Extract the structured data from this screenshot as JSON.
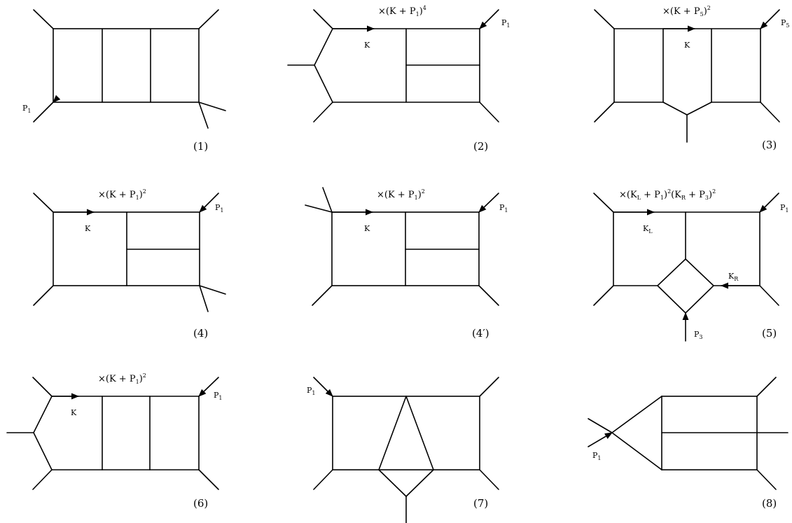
{
  "diagrams": [
    {
      "number": "(1)",
      "p_label": "P",
      "p_sub": "1"
    },
    {
      "number": "(2)",
      "factor": "×(K + P",
      "factor_sub": "1",
      "factor_exp": ")",
      "factor_pow": "4",
      "k_label": "K",
      "p_label": "P",
      "p_sub": "1"
    },
    {
      "number": "(3)",
      "factor": "×(K + P",
      "factor_sub": "5",
      "factor_exp": ")",
      "factor_pow": "2",
      "k_label": "K",
      "p_label": "P",
      "p_sub": "5"
    },
    {
      "number": "(4)",
      "factor": "×(K + P",
      "factor_sub": "1",
      "factor_exp": ")",
      "factor_pow": "2",
      "k_label": "K",
      "p_label": "P",
      "p_sub": "1"
    },
    {
      "number": "(4′)",
      "factor": "×(K + P",
      "factor_sub": "1",
      "factor_exp": ")",
      "factor_pow": "2",
      "k_label": "K",
      "p_label": "P",
      "p_sub": "1"
    },
    {
      "number": "(5)",
      "factor": "×(K",
      "kl_label": "K",
      "kl_sub": "L",
      "kr_label": "K",
      "kr_sub": "R",
      "p_label": "P",
      "p_sub": "1",
      "p3_label": "P",
      "p3_sub": "3",
      "factor_text": "×(KL + P1)2(KR + P3)2"
    },
    {
      "number": "(6)",
      "factor": "×(K + P",
      "factor_sub": "1",
      "factor_exp": ")",
      "factor_pow": "2",
      "k_label": "K",
      "p_label": "P",
      "p_sub": "1"
    },
    {
      "number": "(7)",
      "p_label": "P",
      "p_sub": "1"
    },
    {
      "number": "(8)",
      "p_label": "P",
      "p_sub": "1"
    }
  ]
}
